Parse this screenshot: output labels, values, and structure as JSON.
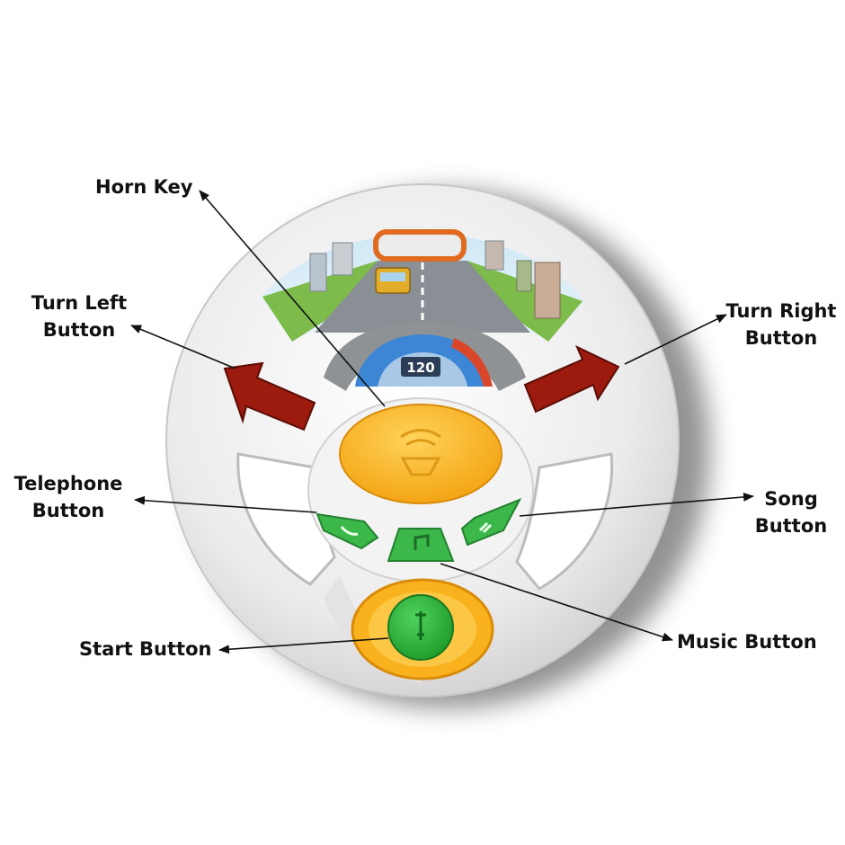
{
  "labels": {
    "horn": "Horn Key",
    "turn_left": [
      "Turn Left",
      "Button"
    ],
    "turn_right": [
      "Turn Right",
      "Button"
    ],
    "telephone": [
      "Telephone",
      "Button"
    ],
    "song": [
      "Song",
      "Button"
    ],
    "start": "Start Button",
    "music": "Music Button"
  },
  "speedometer_readout": "120",
  "colors": {
    "wheel": "#eceaea",
    "horn": "#f8b41c",
    "green_buttons": "#3cb84a",
    "turn_signals": "#9c1a0e",
    "start_ring": "#f9b21d",
    "speedometer": "#3d86d6"
  }
}
